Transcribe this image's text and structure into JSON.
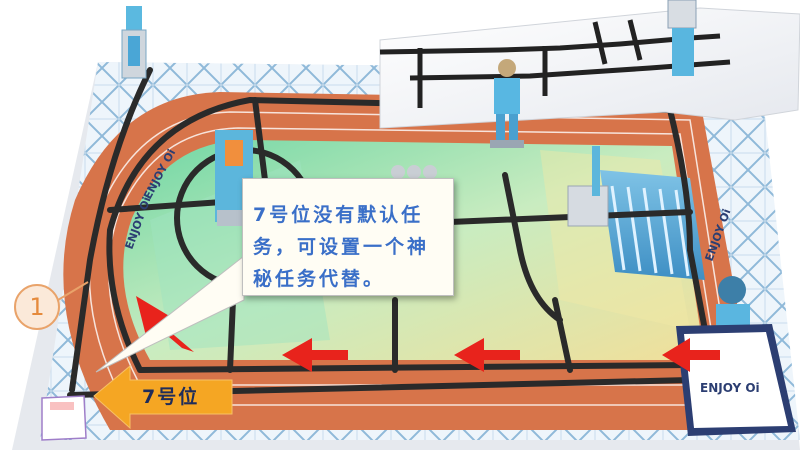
{
  "callout": {
    "text": "7号位没有默认任务，可设置一个神秘任务代替。"
  },
  "marker": {
    "number": "1"
  },
  "position_arrow": {
    "label": "7号位"
  },
  "mat_logos": [
    "ENJOY Oi",
    "ENJOY Oi",
    "ENJOY Oi",
    "ENJOY Oi"
  ],
  "colors": {
    "track_red": "#d7744a",
    "field_green": "#7ed9a6",
    "line_black": "#2a2a2a",
    "arrow_red": "#e8231c",
    "arrow_orange": "#f5a623",
    "callout_text": "#3a6fc8"
  }
}
